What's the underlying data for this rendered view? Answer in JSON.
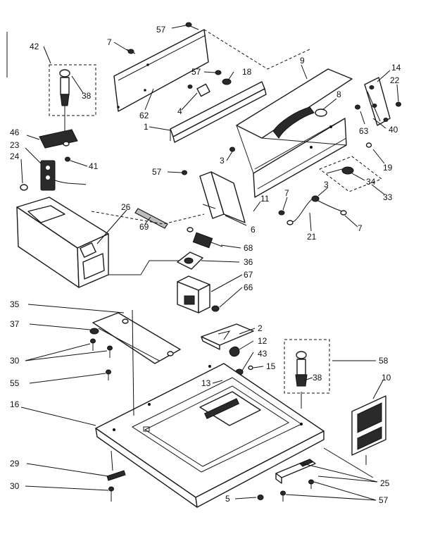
{
  "callouts": {
    "c57a": "57",
    "c7a": "7",
    "c42": "42",
    "c38a": "38",
    "c57b": "57",
    "c18": "18",
    "c9": "9",
    "c14": "14",
    "c22": "22",
    "c62": "62",
    "c4": "4",
    "c1": "1",
    "c8": "8",
    "c63": "63",
    "c40": "40",
    "c46": "46",
    "c23": "23",
    "c24": "24",
    "c41": "41",
    "c3a": "3",
    "c19": "19",
    "c34": "34",
    "c33": "33",
    "c57c": "57",
    "c7b": "7",
    "c3b": "3",
    "c11": "11",
    "c26": "26",
    "c69": "69",
    "c6": "6",
    "c21": "21",
    "c7c": "7",
    "c68": "68",
    "c36": "36",
    "c67": "67",
    "c66": "66",
    "c35": "35",
    "c37": "37",
    "c2": "2",
    "c12": "12",
    "c30a": "30",
    "c43": "43",
    "c58": "58",
    "c15": "15",
    "c55": "55",
    "c13": "13",
    "c38b": "38",
    "c10": "10",
    "c16": "16",
    "c29": "29",
    "c25": "25",
    "c30b": "30",
    "c5": "5",
    "c57d": "57"
  }
}
